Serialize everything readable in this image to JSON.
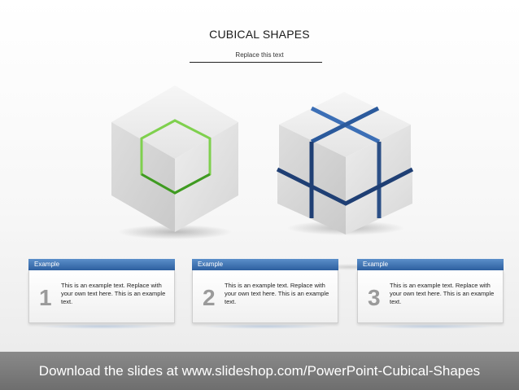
{
  "slide": {
    "title": "CUBICAL SHAPES",
    "subtitle": "Replace this text"
  },
  "cards": [
    {
      "header": "Example",
      "number": "1",
      "text": "This is an example text. Replace with your own text here. This is an example text."
    },
    {
      "header": "Example",
      "number": "2",
      "text": "This is an example text. Replace with your own text here. This is an example text."
    },
    {
      "header": "Example",
      "number": "3",
      "text": "This is an example text. Replace with your own text here. This is an example text."
    }
  ],
  "footer": {
    "text": "Download the slides at www.slideshop.com/PowerPoint-Cubical-Shapes"
  },
  "colors": {
    "accent_green": "#5fb936",
    "accent_blue": "#2b4f86",
    "card_header_blue": "#3a6aa8",
    "footer_gray": "#7c7c7c"
  }
}
